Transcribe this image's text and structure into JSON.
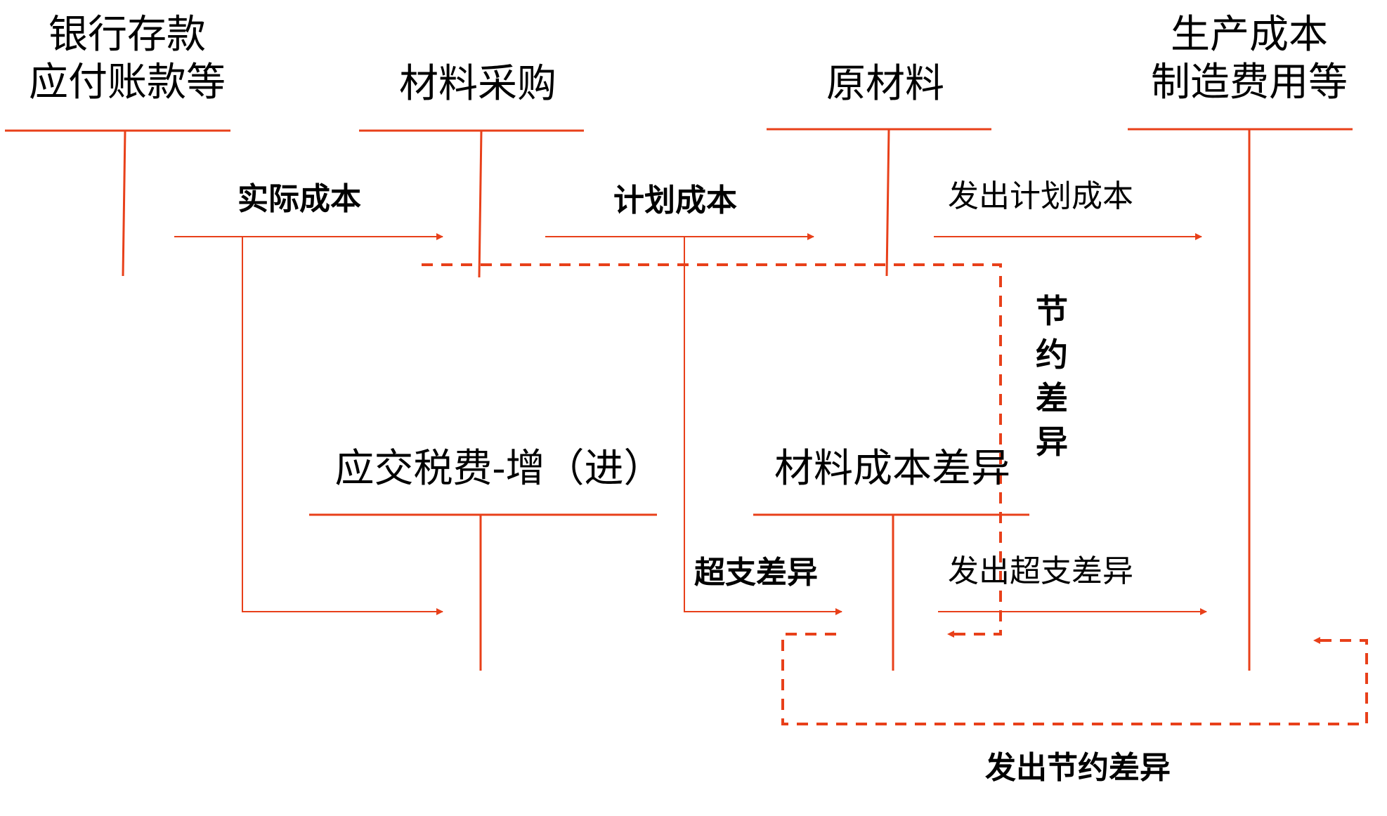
{
  "colors": {
    "line": "#e8401a",
    "text": "#000000",
    "background": "#ffffff"
  },
  "accounts": {
    "bank": {
      "line1": "银行存款",
      "line2": "应付账款等"
    },
    "purchase": {
      "title": "材料采购"
    },
    "raw_material": {
      "title": "原材料"
    },
    "production": {
      "line1": "生产成本",
      "line2": "制造费用等"
    },
    "vat": {
      "title": "应交税费-增（进）"
    },
    "variance": {
      "title": "材料成本差异"
    }
  },
  "flows": {
    "actual_cost": "实际成本",
    "planned_cost": "计划成本",
    "issue_planned_cost": "发出计划成本",
    "savings_variance": "节约差异",
    "overrun_variance": "超支差异",
    "issue_overrun_variance": "发出超支差异",
    "issue_savings_variance": "发出节约差异"
  }
}
